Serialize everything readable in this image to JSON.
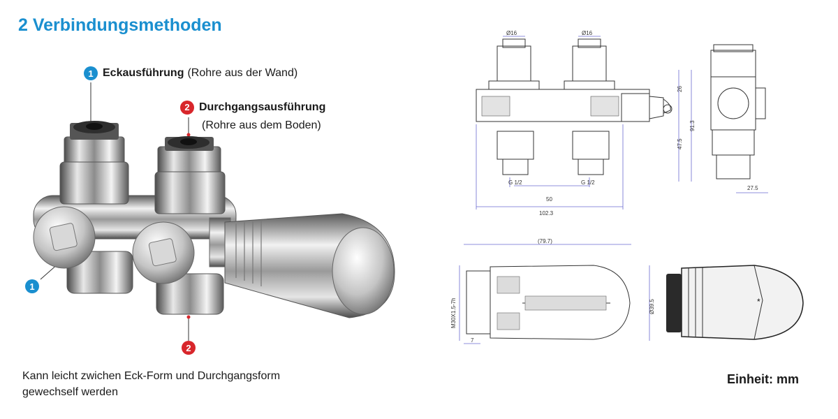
{
  "title": "2 Verbindungsmethoden",
  "labels": {
    "corner": {
      "number": "1",
      "title": "Eckausführung",
      "detail": "(Rohre aus der Wand)",
      "color": "#1a8fcf"
    },
    "straight": {
      "number": "2",
      "title": "Durchgangsausführung",
      "detail": "(Rohre aus dem Boden)",
      "color": "#d8262b"
    }
  },
  "caption": {
    "line1": "Kann leicht zwichen Eck-Form und Durchgangsform",
    "line2": "gewechself werden"
  },
  "unit_label": "Einheit: mm",
  "drawing_dimensions": {
    "pipe_diameter_left": "Ø16",
    "pipe_diameter_right": "Ø16",
    "thread_left": "G 1/2",
    "thread_right": "G 1/2",
    "center_distance": "50",
    "total_width": "102.3",
    "height_upper": "26",
    "height_lower": "47.5",
    "height_total": "91.3",
    "side_depth": "27.5",
    "head_length": "(79.7)",
    "head_thread": "M30X1.5-7h",
    "head_diameter": "Ø39.5",
    "head_offset": "7"
  },
  "head_marker": "*"
}
